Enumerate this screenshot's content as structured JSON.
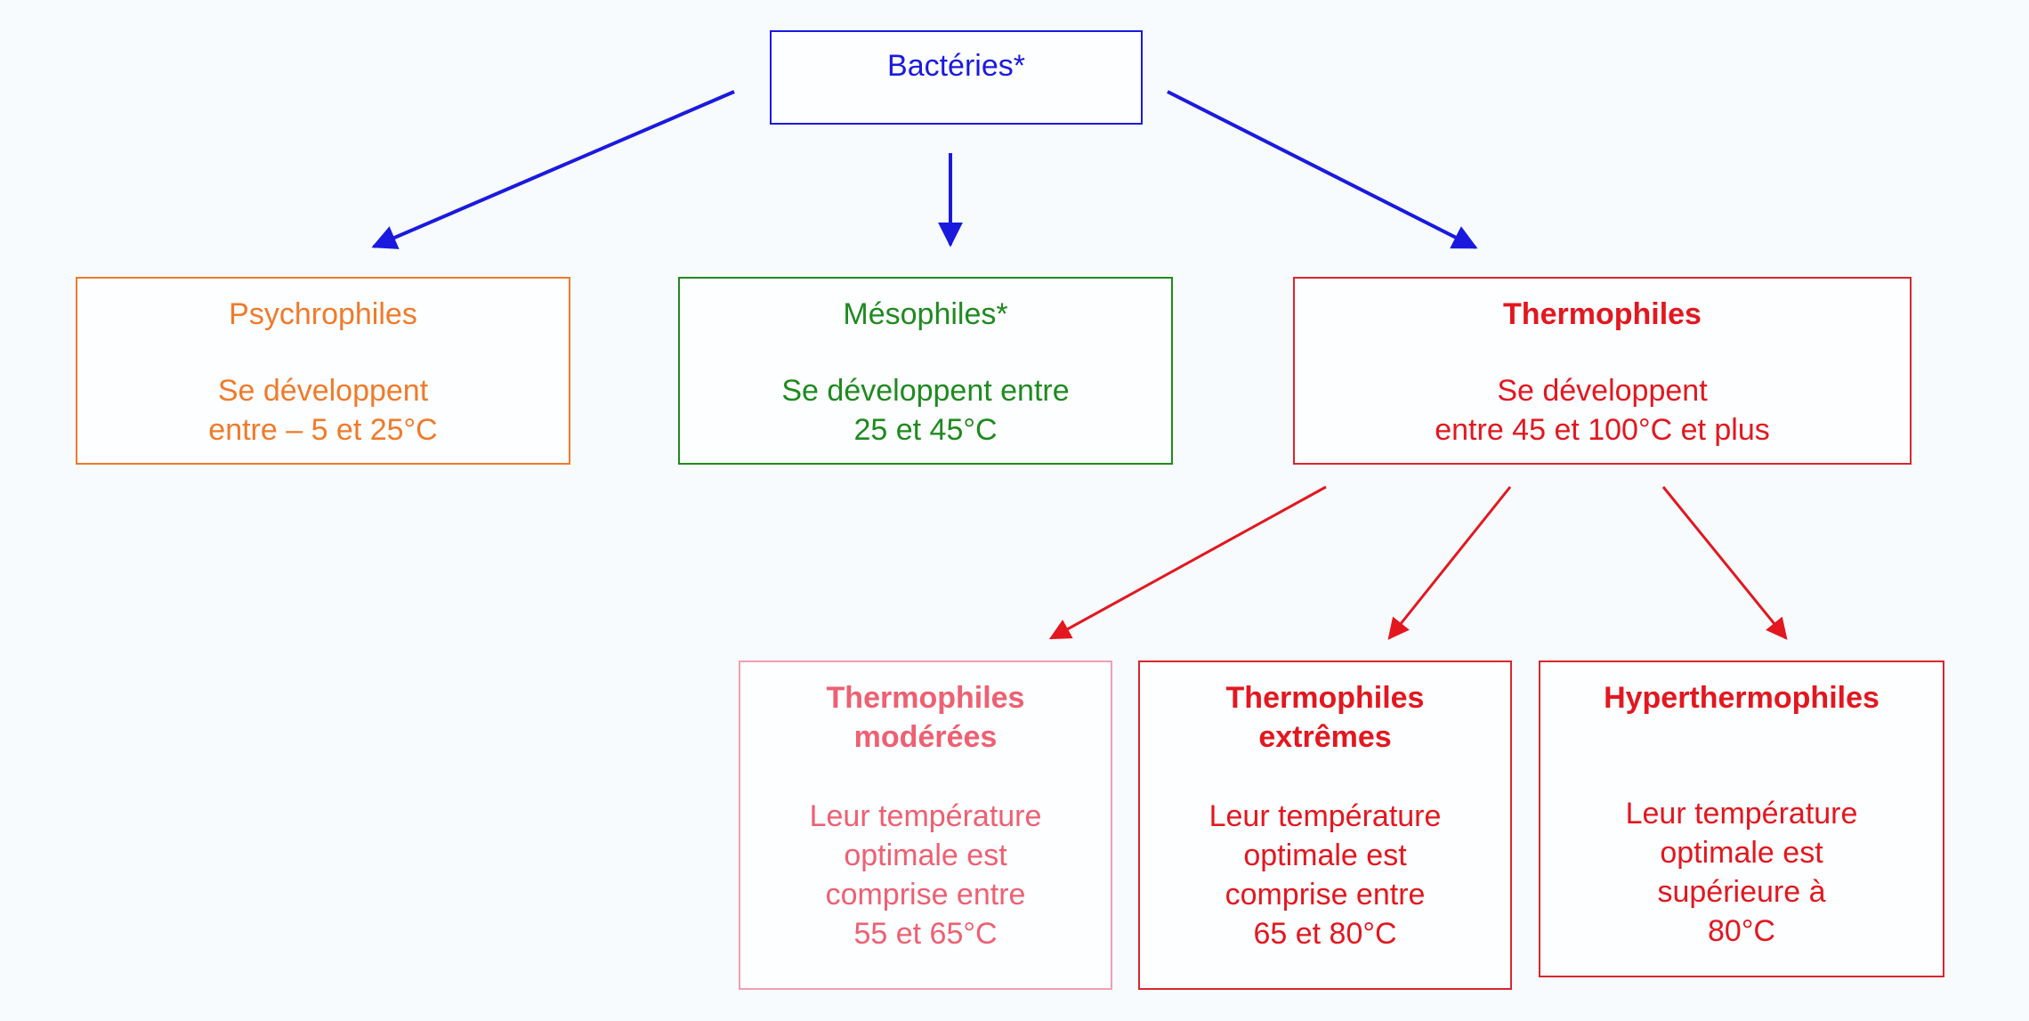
{
  "colors": {
    "blue": "#1a1adf",
    "orange": "#f07a2a",
    "green": "#1f8a1f",
    "red": "#e3171f",
    "pink": "#ee6072",
    "pink_border": "#f0a0b0",
    "red_border": "#d8262f"
  },
  "root": {
    "title": "Bactéries*"
  },
  "psychrophiles": {
    "title": "Psychrophiles",
    "desc": "Se développent\nentre – 5 et 25°C"
  },
  "mesophiles": {
    "title": "Mésophiles*",
    "desc": "Se développent entre\n25 et 45°C"
  },
  "thermophiles": {
    "title": "Thermophiles",
    "desc": "Se développent\nentre 45 et 100°C et plus"
  },
  "moderees": {
    "title": "Thermophiles\nmodérées",
    "desc": "Leur température\noptimale est\ncomprise entre\n55 et 65°C"
  },
  "extremes": {
    "title": "Thermophiles\nextrêmes",
    "desc": "Leur température\noptimale est\ncomprise entre\n65 et 80°C"
  },
  "hyper": {
    "title": "Hyperthermophiles",
    "desc": "Leur température\noptimale est\nsupérieure à\n80°C"
  }
}
